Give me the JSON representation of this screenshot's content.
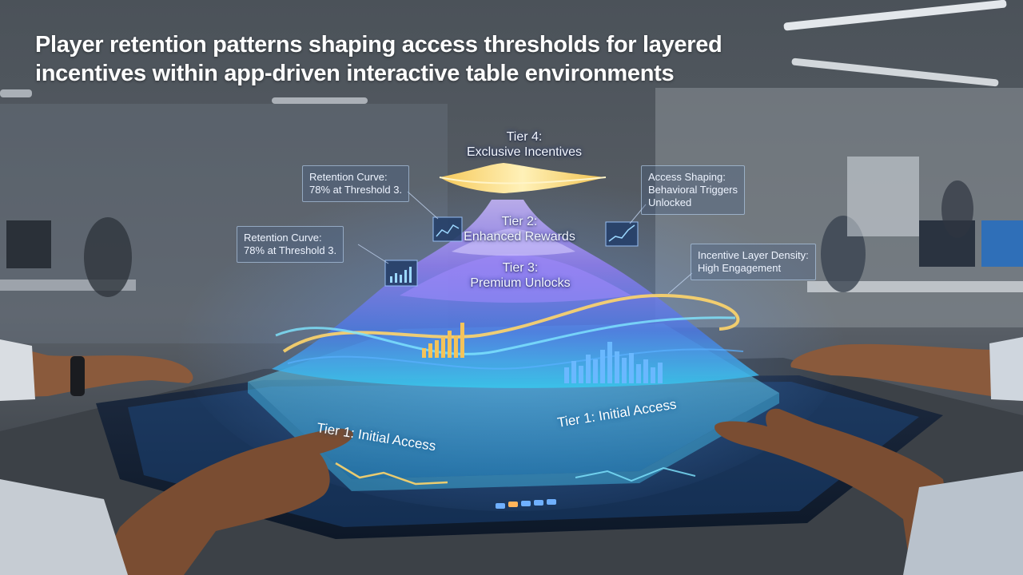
{
  "title": {
    "line1": "Player retention patterns shaping access thresholds for layered",
    "line2": "incentives within app-driven interactive table environments"
  },
  "tiers": {
    "tier4": {
      "line1": "Tier 4:",
      "line2": "Exclusive Incentives"
    },
    "tier2": {
      "line1": "Tier 2:",
      "line2": "Enhanced Rewards"
    },
    "tier3": {
      "line1": "Tier 3:",
      "line2": "Premium Unlocks"
    },
    "tier1_left": "Tier 1: Initial Access",
    "tier1_right": "Tier 1: Initial Access"
  },
  "callouts": {
    "retention_upper": {
      "line1": "Retention Curve:",
      "line2": "78% at Threshold 3."
    },
    "retention_lower": {
      "line1": "Retention Curve:",
      "line2": "78% at Threshold 3."
    },
    "access_shaping": {
      "line1": "Access Shaping:",
      "line2": "Behavioral Triggers",
      "line3": "Unlocked"
    },
    "density": {
      "line1": "Incentive Layer Density:",
      "line2": "High Engagement"
    }
  },
  "colors": {
    "accent_cyan": "#5fe0ff",
    "accent_gold": "#ffd56a",
    "accent_violet": "#8a6cff"
  }
}
